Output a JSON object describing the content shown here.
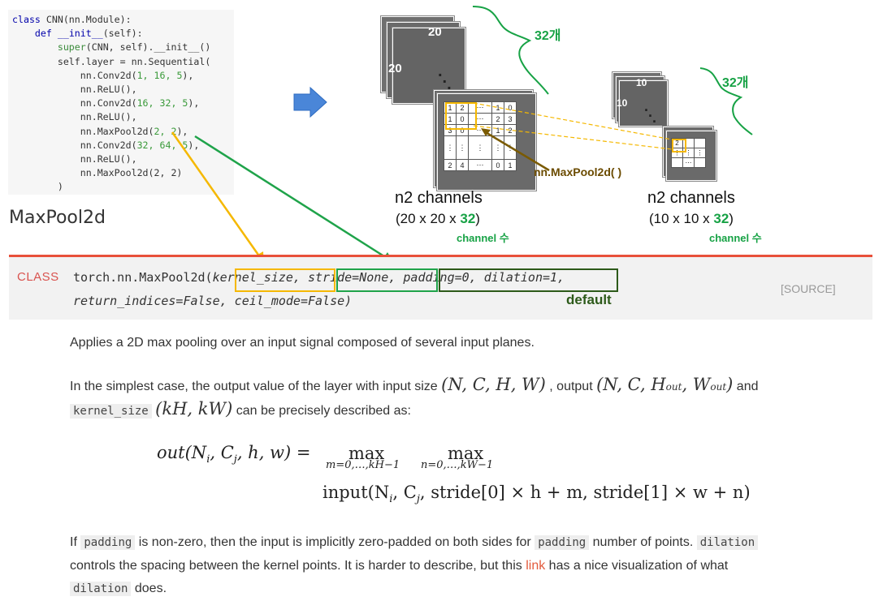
{
  "code": {
    "l1_kw": "class",
    "l1_rest": " CNN(nn.Module):",
    "l2_kw": "def",
    "l2_fn": "__init__",
    "l2_rest": "(self):",
    "l3_a": "super",
    "l3_b": "(CNN, self).__init__()",
    "l4": "self.layer = nn.Sequential(",
    "l5_a": "nn.Conv2d(",
    "l5_b": "1, 16, 5",
    "l5_c": "),",
    "l6": "nn.ReLU(),",
    "l7_a": "nn.Conv2d(",
    "l7_b": "16, 32, 5",
    "l7_c": "),",
    "l8": "nn.ReLU(),",
    "l9_a": "nn.MaxPool2d(",
    "l9_b": "2, 2",
    "l9_c": "),",
    "l10_a": "nn.Conv2d(",
    "l10_b": "32, 64, 5",
    "l10_c": "),",
    "l11": "nn.ReLU(),",
    "l12": "nn.MaxPool2d(2, 2)",
    "l13": ")"
  },
  "section_title": "MaxPool2d",
  "diagram": {
    "big_top": "20",
    "big_side": "20",
    "big_count": "32개",
    "small_top": "10",
    "small_side": "10",
    "small_count": "32개",
    "grid_rows": [
      [
        "1",
        "2",
        "⋯",
        "1",
        "0"
      ],
      [
        "1",
        "0",
        "⋯",
        "2",
        "3"
      ],
      [
        "3",
        "0",
        "⋯",
        "1",
        "2"
      ],
      [
        "⋮",
        "⋮",
        "⋮",
        "⋮",
        "⋮"
      ],
      [
        "2",
        "4",
        "⋯",
        "0",
        "1"
      ]
    ],
    "small_grid_rows": [
      [
        "2",
        "",
        ""
      ],
      [
        "⋮",
        "⋮",
        "⋮"
      ],
      [
        "",
        "⋯",
        ""
      ]
    ],
    "pool_label": "nn.MaxPool2d( )",
    "left_caption": "n2 channels",
    "left_dims_a": "(20 x 20 x ",
    "left_dims_b": "32",
    "left_dims_c": ")",
    "left_channel": "channel 수",
    "right_caption": "n2 channels",
    "right_dims_a": "(10 x 10 x ",
    "right_dims_b": "32",
    "right_dims_c": ")",
    "right_channel": "channel 수"
  },
  "signature": {
    "class_label": "CLASS",
    "prefix": "torch.nn.MaxPool2d(",
    "kernel": "kernel_size,",
    "stride": "stride=None,",
    "pad_dil": "padding=0, dilation=1,",
    "line2": "return_indices=False, ceil_mode=False)",
    "source": "[SOURCE]",
    "default_label": "default"
  },
  "doc": {
    "p1": "Applies a 2D max pooling over an input signal composed of several input planes.",
    "p2_a": "In the simplest case, the output value of the layer with input size ",
    "p2_m1": "(N, C, H, W)",
    "p2_b": " , output ",
    "p2_m2": "(N, C, H",
    "p2_m2_sub1": "out",
    "p2_m2_mid": ", W",
    "p2_m2_sub2": "out",
    "p2_m2_end": ")",
    "p2_c": " and",
    "p3_code": "kernel_size",
    "p3_m": "(kH, kW)",
    "p3_b": " can be precisely described as:",
    "eq_lhs": "out(N",
    "eq_lhs_i": "i",
    "eq_lhs_mid": ", C",
    "eq_lhs_j": "j",
    "eq_lhs_end": ", h, w) =",
    "eq_max": "max",
    "eq_sub1": "m=0,…,kH−1",
    "eq_sub2": "n=0,…,kW−1",
    "eq_line2_a": "input(N",
    "eq_line2_i": "i",
    "eq_line2_b": ", C",
    "eq_line2_j": "j",
    "eq_line2_c": ", stride[0] × h + m, stride[1] × w + n)",
    "p4_a": "If ",
    "p4_code1": "padding",
    "p4_b": " is non-zero, then the input is implicitly zero-padded on both sides for ",
    "p4_code2": "padding",
    "p4_c": " number of points. ",
    "p4_code3": "dilation",
    "p5_a": "controls the spacing between the kernel points. It is harder to describe, but this ",
    "p5_link": "link",
    "p5_b": " has a nice visualization of what",
    "p6_code": "dilation",
    "p6_b": " does."
  },
  "colors": {
    "accent_red": "#e8503a",
    "green": "#17a245",
    "yellow": "#f5b800",
    "dark_green": "#2d5a1a",
    "arrow_blue": "#4a86d8"
  }
}
